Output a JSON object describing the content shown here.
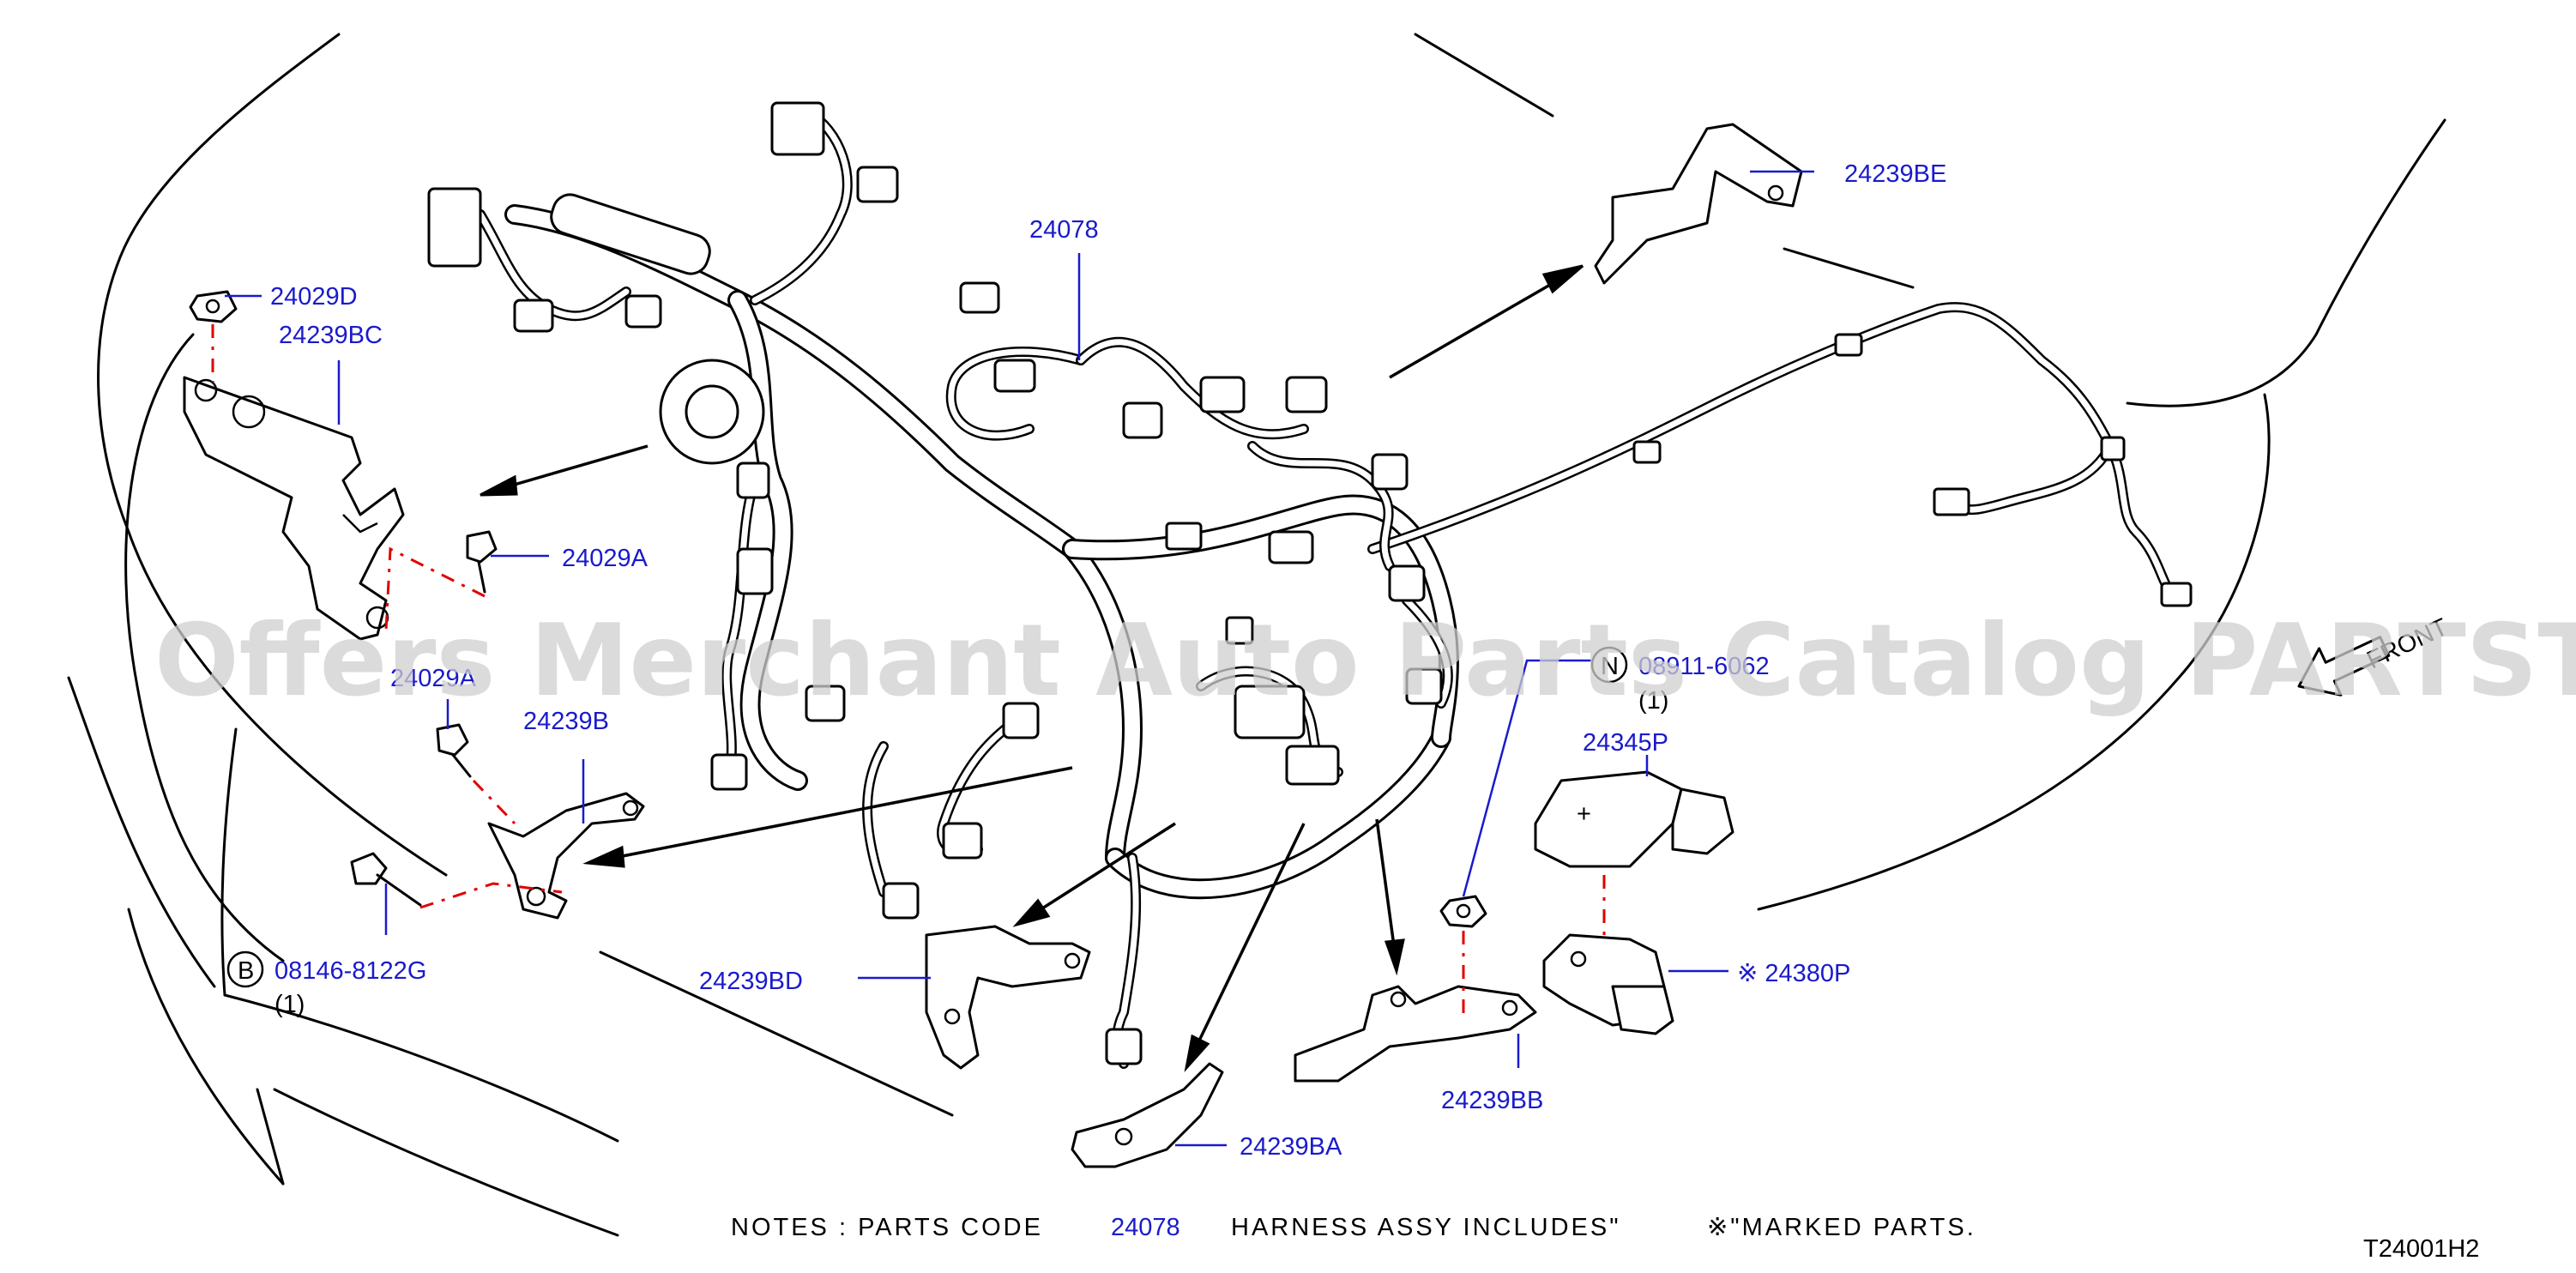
{
  "watermark": "Offers Merchant Auto Parts Catalog PARTSTORE.SA",
  "diagram_id": "T24001H2",
  "front_label": "FRONT",
  "labels": {
    "p24078": "24078",
    "p24239BE": "24239BE",
    "p24029D": "24029D",
    "p24239BC": "24239BC",
    "p24029A": "24029A",
    "p24029A_2": "24029A",
    "p24239B": "24239B",
    "p08146_8122G": "08146-8122G",
    "p08146_8122G_qty": "(1)",
    "p08146_8122G_circle": "B",
    "p24239BD": "24239BD",
    "p24239BA": "24239BA",
    "p24239BB": "24239BB",
    "p08911_6062": "08911-6062",
    "p08911_6062_qty": "(1)",
    "p08911_6062_circle": "N",
    "p24345P": "24345P",
    "p24380P": "※ 24380P"
  },
  "notes": {
    "prefix": "NOTES  :  PARTS  CODE",
    "code": "24078",
    "suffix": "HARNESS  ASSY  INCLUDES\"",
    "mark": "※\"MARKED  PARTS."
  }
}
